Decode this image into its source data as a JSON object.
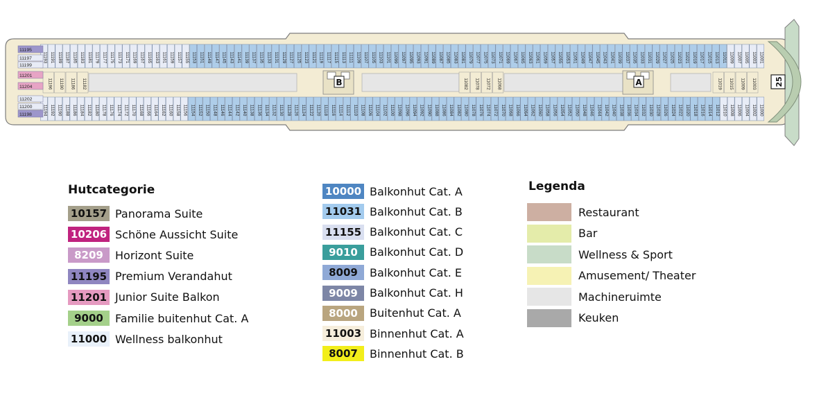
{
  "deck_plan": {
    "stair_labels": [
      "B",
      "A"
    ],
    "deck_number": "25",
    "cabin_rows": {
      "top_outer": [
        "11193",
        "11191",
        "11189",
        "11187",
        "11185",
        "11183",
        "11181",
        "11179",
        "11177",
        "11175",
        "11173",
        "11171",
        "11169",
        "11167",
        "11165",
        "11163",
        "11161",
        "11159",
        "11157",
        "11155",
        "11153",
        "11151",
        "11149",
        "11147",
        "11145",
        "11143",
        "11141",
        "11139",
        "11137",
        "11135",
        "11133",
        "11131",
        "11129",
        "11127",
        "11125",
        "11123",
        "11121",
        "11119",
        "11117",
        "11115",
        "11113",
        "11111",
        "11109",
        "11107",
        "11105",
        "11103",
        "11101",
        "11099",
        "11097",
        "11095",
        "11093",
        "11091",
        "11089",
        "11087",
        "11085",
        "11083",
        "11081",
        "11079",
        "11077",
        "11075",
        "11073",
        "11071",
        "11069",
        "11067",
        "11065",
        "11063",
        "11061",
        "11059",
        "11057",
        "11055",
        "11053",
        "11051",
        "11049",
        "11047",
        "11045",
        "11043",
        "11041",
        "11039",
        "11037",
        "11035",
        "11033",
        "11031",
        "11029",
        "11027",
        "11025",
        "11023",
        "11021",
        "11019",
        "11017",
        "11015",
        "11013",
        "11011",
        "11009",
        "11007",
        "11005",
        "11003",
        "11001"
      ],
      "bottom_outer": [
        "11194",
        "11192",
        "11190",
        "11188",
        "11186",
        "11184",
        "11182",
        "11180",
        "11178",
        "11176",
        "11174",
        "11172",
        "11170",
        "11168",
        "11166",
        "11164",
        "11162",
        "11160",
        "11158",
        "11156",
        "11154",
        "11152",
        "11150",
        "11148",
        "11146",
        "11144",
        "11142",
        "11140",
        "11138",
        "11136",
        "11134",
        "11132",
        "11130",
        "11128",
        "11126",
        "11124",
        "11122",
        "11120",
        "11118",
        "11116",
        "11114",
        "11112",
        "11110",
        "11108",
        "11106",
        "11104",
        "11102",
        "11100",
        "11098",
        "11096",
        "11094",
        "11092",
        "11090",
        "11088",
        "11086",
        "11084",
        "11082",
        "11080",
        "11078",
        "11076",
        "11074",
        "11072",
        "11070",
        "11068",
        "11066",
        "11064",
        "11062",
        "11060",
        "11058",
        "11056",
        "11054",
        "11052",
        "11050",
        "11048",
        "11046",
        "11044",
        "11042",
        "11040",
        "11038",
        "11036",
        "11034",
        "11032",
        "11030",
        "11028",
        "11026",
        "11024",
        "11022",
        "11020",
        "11018",
        "11016",
        "11014",
        "11012",
        "11010",
        "11008",
        "11006",
        "11004",
        "11002",
        "11000"
      ],
      "inner_aft": [
        "11196",
        "11190",
        "11186",
        "11182"
      ],
      "inner_mid": [
        "11082",
        "11078",
        "11072",
        "11068"
      ],
      "inner_fwd": [
        "11019",
        "11015",
        "11009",
        "11003"
      ],
      "aft_block": [
        "11195",
        "11197",
        "11199",
        "11201",
        "11204",
        "11202",
        "11200",
        "11198"
      ]
    }
  },
  "legend_categories": {
    "title": "Hutcategorie",
    "items": [
      {
        "code": "10157",
        "label": "Panorama Suite",
        "color": "#a49f8a",
        "text_color": "#111111"
      },
      {
        "code": "10206",
        "label": "Schöne Aussicht Suite",
        "color": "#c0237f",
        "text_color": "#ffffff"
      },
      {
        "code": "8209",
        "label": "Horizont Suite",
        "color": "#c99ac8",
        "text_color": "#ffffff"
      },
      {
        "code": "11195",
        "label": "Premium Verandahut",
        "color": "#8f86c0",
        "text_color": "#111111"
      },
      {
        "code": "11201",
        "label": "Junior Suite Balkon",
        "color": "#e59ac0",
        "text_color": "#111111"
      },
      {
        "code": "9000",
        "label": "Familie buitenhut Cat. A",
        "color": "#a4d08a",
        "text_color": "#111111"
      },
      {
        "code": "11000",
        "label": "Wellness balkonhut",
        "color": "#e9f1fa",
        "text_color": "#111111"
      }
    ]
  },
  "legend_balcony": {
    "items": [
      {
        "code": "10000",
        "label": "Balkonhut Cat. A",
        "color": "#4f86c2",
        "text_color": "#ffffff"
      },
      {
        "code": "11031",
        "label": "Balkonhut Cat. B",
        "color": "#a3cbee",
        "text_color": "#111111"
      },
      {
        "code": "11155",
        "label": "Balkonhut Cat. C",
        "color": "#d9dff0",
        "text_color": "#111111"
      },
      {
        "code": "9010",
        "label": "Balkonhut Cat. D",
        "color": "#3a9e9c",
        "text_color": "#ffffff"
      },
      {
        "code": "8009",
        "label": "Balkonhut Cat. E",
        "color": "#8fa9d6",
        "text_color": "#111111"
      },
      {
        "code": "9009",
        "label": "Balkonhut Cat. H",
        "color": "#7d86a6",
        "text_color": "#ffffff"
      },
      {
        "code": "8000",
        "label": "Buitenhut Cat. A",
        "color": "#b9a57f",
        "text_color": "#ffffff"
      },
      {
        "code": "11003",
        "label": "Binnenhut Cat. A",
        "color": "#f6eedc",
        "text_color": "#111111"
      },
      {
        "code": "8007",
        "label": "Binnenhut Cat. B",
        "color": "#f2ee1a",
        "text_color": "#111111"
      }
    ]
  },
  "legend_areas": {
    "title": "Legenda",
    "items": [
      {
        "label": "Restaurant",
        "color": "#cdafa2"
      },
      {
        "label": "Bar",
        "color": "#e4ecaa"
      },
      {
        "label": "Wellness & Sport",
        "color": "#c8dcc8"
      },
      {
        "label": "Amusement/ Theater",
        "color": "#f6f2b4"
      },
      {
        "label": "Machineruimte",
        "color": "#e6e6e6"
      },
      {
        "label": "Keuken",
        "color": "#a9a9a9"
      }
    ]
  },
  "colors": {
    "hull_bg": "#f3ecd4",
    "hull_stroke": "#7d7d7d",
    "cabin_blue": "#aecde9",
    "cabin_light": "#e8ecf6",
    "cabin_premium": "#9d96cb",
    "cabin_junior": "#e7a4c5",
    "machine_room": "#e6e6e6",
    "bow_green": "#c8dcc8"
  }
}
